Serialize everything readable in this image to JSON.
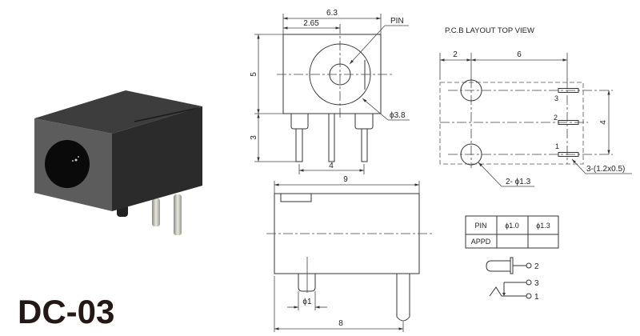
{
  "model": "DC-03",
  "front_view": {
    "dim_width": "6.3",
    "dim_center": "2.65",
    "dim_height": "5",
    "dim_pin_length": "3",
    "dim_pin_pitch": "4",
    "pin_label": "PIN",
    "dim_diameter": "ϕ3.8"
  },
  "side_view": {
    "dim_length": "9",
    "dim_pin_diameter": "ϕ1",
    "dim_pin_span": "8"
  },
  "pcb_layout": {
    "title": "P.C.B LAYOUT    TOP VIEW",
    "dim_left": "2",
    "dim_span": "6",
    "dim_pitch": "4",
    "pin_numbers": [
      "3",
      "2",
      "1"
    ],
    "hole_note": "2- ϕ1.3",
    "slot_note": "3-(1.2x0.5)"
  },
  "pin_table": {
    "headers": [
      "PIN",
      "ϕ1.0",
      "ϕ1.3"
    ],
    "rows": [
      [
        "APPD",
        "",
        ""
      ]
    ]
  },
  "schematic": {
    "labels": [
      "2",
      "3",
      "1"
    ]
  },
  "colors": {
    "line": "#333333",
    "body_front": "#5a5a5a",
    "body_side": "#2e2e2e",
    "body_top": "#3a3a3a"
  }
}
